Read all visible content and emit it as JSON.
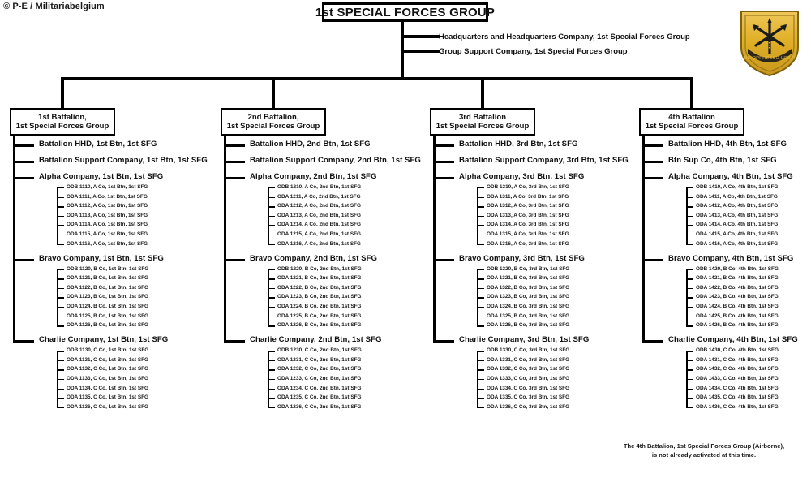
{
  "meta": {
    "copyright": "© P-E / Militariabelgium",
    "colors": {
      "line": "#000000",
      "text": "#111111",
      "patch_gold": "#E0B028",
      "patch_gold_light": "#EFC75A",
      "patch_border": "#8A6A14",
      "background": "#FFFFFF"
    }
  },
  "root": {
    "title": "1st SPECIAL FORCES GROUP",
    "staff": [
      "Headquarters and Headquarters Company,  1st Special Forces Group",
      "Group Support Company,  1st Special Forces Group"
    ]
  },
  "insignia": {
    "name": "special-forces-distinctive-unit-insignia",
    "motto": "DE OPPRESSO LIBER",
    "shape": "shield",
    "elements": [
      "crossed-arrows",
      "upright-dagger",
      "motto-scroll"
    ]
  },
  "footnote": [
    "The 4th Battalion, 1st Special Forces Group (Airborne),",
    "is not already activated at this time."
  ],
  "battalions": [
    {
      "id": "1st-battalion",
      "box_line1": "1st Battalion,",
      "box_line2": "1st Special Forces Group",
      "units": [
        "Battalion HHD,  1st Btn, 1st SFG",
        "Battalion  Support Company, 1st Btn,  1st SFG"
      ],
      "companies": [
        {
          "id": "alpha-company",
          "label": "Alpha Company, 1st Btn,  1st SFG",
          "teams": [
            "ODB 1110, A Co, 1st Btn,  1st SFG",
            "ODA 1111, A Co, 1st Btn,  1st SFG",
            "ODA 1112, A Co, 1st Btn,  1st SFG",
            "ODA 1113, A Co, 1st Btn,  1st SFG",
            "ODA 1114, A Co, 1st Btn,  1st SFG",
            "ODA 1115, A Co, 1st Btn,  1st SFG",
            "ODA 1116, A Co, 1st Btn,  1st SFG"
          ]
        },
        {
          "id": "bravo-company",
          "label": "Bravo Company, 1st Btn, 1st SFG",
          "teams": [
            "ODB 1120, B Co, 1st Btn,  1st SFG",
            "ODA 1121, B Co, 1st Btn,  1st SFG",
            "ODA 1122, B Co, 1st Btn,  1st SFG",
            "ODA 1123, B Co, 1st Btn,  1st SFG",
            "ODA 1124, B Co, 1st Btn,  1st SFG",
            "ODA 1125, B Co, 1st Btn,  1st SFG",
            "ODA 1126, B Co, 1st Btn,  1st SFG"
          ]
        },
        {
          "id": "charlie-company",
          "label": "Charlie Company, 1st Btn,  1st SFG",
          "teams": [
            "ODB 1130, C Co, 1st Btn,  1st SFG",
            "ODA 1131, C Co, 1st Btn,  1st SFG",
            "ODA 1132, C Co, 1st Btn,  1st SFG",
            "ODA 1133, C Co, 1st Btn,  1st SFG",
            "ODA 1134, C Co, 1st Btn,  1st SFG",
            "ODA 1135, C Co, 1st Btn,  1st SFG",
            "ODA 1136, C Co, 1st Btn,  1st SFG"
          ]
        }
      ]
    },
    {
      "id": "2nd-battalion",
      "box_line1": "2nd Battalion,",
      "box_line2": "1st Special Forces Group",
      "units": [
        "Battalion HHD,  2nd Btn, 1st SFG",
        "Battalion  Support Company, 2nd Btn,  1st SFG"
      ],
      "companies": [
        {
          "id": "alpha-company",
          "label": "Alpha Company, 2nd Btn,  1st SFG",
          "teams": [
            "ODB 1210, A Co, 2nd Btn,  1st  SFG",
            "ODA 1211, A Co, 2nd Btn,  1st  SFG",
            "ODA 1212, A Co, 2nd Btn,  1st SFG",
            "ODA 1213, A Co, 2nd Btn,  1st SFG",
            "ODA 1214, A Co, 2nd Btn,  1st SFG",
            "ODA 1215, A Co, 2nd Btn,  1st SFG",
            "ODA 1216, A Co, 2nd Btn,  1st SFG"
          ]
        },
        {
          "id": "bravo-company",
          "label": "Bravo Company, 2nd Btn,  1st SFG",
          "teams": [
            "ODB 1220, B Co, 2nd Btn,  1st  SFG",
            "ODA 1221, B Co, 2nd Btn,  1st SFG",
            "ODA 1222, B Co, 2nd Btn,  1st SFG",
            "ODA 1223, B Co, 2nd Btn,  1st SFG",
            "ODA 1224, B Co, 2nd Btn,  1st SFG",
            "ODA 1225, B Co, 2nd Btn,  1st SFG",
            "ODA 1226, B Co, 2nd Btn,  1st SFG"
          ]
        },
        {
          "id": "charlie-company",
          "label": "Charlie Company, 2nd Btn, 1st SFG",
          "teams": [
            "ODB 1230, C Co, 2nd Btn,  1st SFG",
            "ODA 1231, C Co, 2nd Btn,  1st SFG",
            "ODA 1232, C Co, 2nd Btn,  1st SFG",
            "ODA 1233, C Co, 2nd Btn,  1st SFG",
            "ODA 1234, C Co, 2nd Btn,  1st SFG",
            "ODA 1235, C Co, 2nd Btn,  1st SFG",
            "ODA 1236, C Co, 2nd Btn,  1st SFG"
          ]
        }
      ]
    },
    {
      "id": "3rd-battalion",
      "box_line1": "3rd Battalion",
      "box_line2": "1st Special Forces Group",
      "units": [
        "Battalion HHD,  3rd Btn, 1st SFG",
        "Battalion  Support Company, 3rd Btn,  1st SFG"
      ],
      "companies": [
        {
          "id": "alpha-company",
          "label": "Alpha Company, 3rd Btn,  1st SFG",
          "teams": [
            "ODB 1310, A Co, 3rd Btn,  1st SFG",
            "ODA 1311, A Co, 3rd Btn,  1st SFG",
            "ODA 1312, A Co, 3rd Btn,  1st SFG",
            "ODA 1313, A Co, 3rd Btn,  1st SFG",
            "ODA 1314, A Co, 3rd Btn,  1st SFG",
            "ODA 1315, A Co, 3rd Btn,  1st SFG",
            "ODA 1316, A Co, 3rd Btn,  1st SFG"
          ]
        },
        {
          "id": "bravo-company",
          "label": "Bravo Company, 3rd Btn, 1st SFG",
          "teams": [
            "ODB 1320, B Co, 3rd Btn,  1st SFG",
            "ODA 1321, B Co, 3rd Btn,  1st SFG",
            "ODA 1322, B Co, 3rd Btn,  1st SFG",
            "ODA 1323, B Co, 3rd Btn,  1st SFG",
            "ODA 1324, B Co, 3rd Btn,  1st SFG",
            "ODA 1325, B Co, 3rd Btn,  1st SFG",
            "ODA 1326, B Co, 3rd Btn,  1st SFG"
          ]
        },
        {
          "id": "charlie-company",
          "label": "Charlie Company, 3rd Btn,  1st SFG",
          "teams": [
            "ODB 1330, C Co, 3rd Btn,  1st SFG",
            "ODA 1331, C Co, 3rd Btn,  1st SFG",
            "ODA 1332, C Co, 3rd Btn,  1st SFG",
            "ODA 1333, C Co, 3rd Btn,  1st SFG",
            "ODA 1334, C Co, 3rd Btn,  1st SFG",
            "ODA 1335, C Co, 3rd Btn,  1st SFG",
            "ODA 1336, C Co, 3rd Btn,  1st SFG"
          ]
        }
      ]
    },
    {
      "id": "4th-battalion",
      "box_line1": "4th Battalion",
      "box_line2": "1st Special Forces Group",
      "units": [
        "Battalion HHD,  4th Btn, 1st SFG",
        "Btn  Sup Co, 4th Btn,  1st SFG"
      ],
      "companies": [
        {
          "id": "alpha-company",
          "label": "Alpha Company, 4th Btn,  1st SFG",
          "teams": [
            "ODB 1410, A Co, 4th Btn,  1st SFG",
            "ODA 1411, A Co, 4th Btn,  1st SFG",
            "ODA 1412, A Co, 4th Btn,  1st SFG",
            "ODA 1413, A Co, 4th Btn,  1st SFG",
            "ODA 1414, A Co, 4th Btn,  1st SFG",
            "ODA 1415, A Co, 4th Btn,  1st SFG",
            "ODA 1416, A Co, 4th Btn,  1st SFG"
          ]
        },
        {
          "id": "bravo-company",
          "label": "Bravo Company, 4th Btn,  1st SFG",
          "teams": [
            "ODB 1420, B Co, 4th Btn,  1st SFG",
            "ODA 1421, B Co, 4th Btn,  1st SFG",
            "ODA 1422, B Co, 4th Btn,  1st SFG",
            "ODA 1423, B Co, 4th Btn,  1st SFG",
            "ODA 1424, B Co, 4th Btn,  1st SFG",
            "ODA 1425, B Co, 4th Btn,  1st SFG",
            "ODA 1426, B Co, 4th Btn,  1st SFG"
          ]
        },
        {
          "id": "charlie-company",
          "label": "Charlie Company, 4th Btn,  1st SFG",
          "teams": [
            "ODB 1430, C Co, 4th Btn,  1st SFG",
            "ODA 1431, C Co, 4th Btn,  1st SFG",
            "ODA 1432, C Co, 4th Btn,  1st SFG",
            "ODA 1433, C Co, 4th Btn,  1st SFG",
            "ODA 1434, C Co, 4th Btn,  1st SFG",
            "ODA 1435, C Co, 4th Btn,  1st SFG",
            "ODA 1436, C Co, 4th Btn,  1st SFG"
          ]
        }
      ]
    }
  ]
}
